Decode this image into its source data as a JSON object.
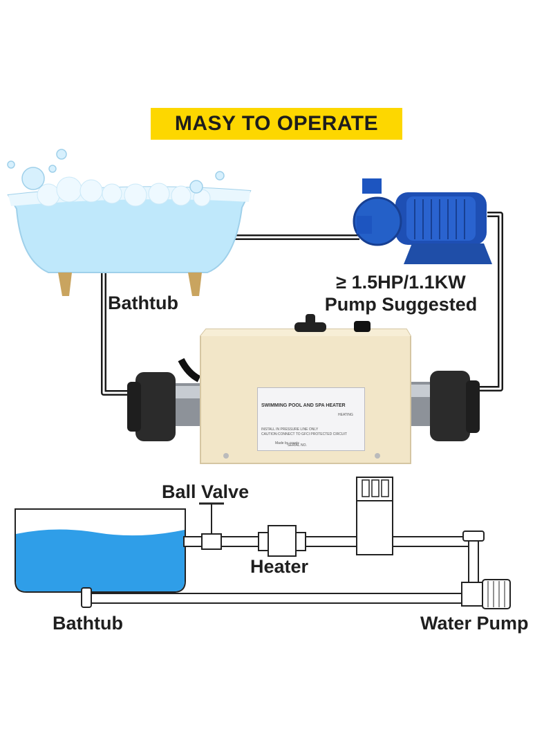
{
  "banner": {
    "text": "MASY TO OPERATE",
    "bg_color": "#fdd700"
  },
  "labels": {
    "bathtub_top": "Bathtub",
    "pump_spec_line1": "≥ 1.5HP/1.1KW",
    "pump_spec_line2": "Pump Suggested",
    "ball_valve": "Ball Valve",
    "heater": "Heater",
    "bathtub_bottom": "Bathtub",
    "water_pump": "Water Pump"
  },
  "heater_plate": {
    "title": "SWIMMING POOL AND SPA HEATER",
    "heating": "HEATING",
    "install_note": "INSTALL IN PRESSURE LINE ONLY",
    "caution": "CAUTION:CONNECT TO GFCI PROTECTED CIRCUIT",
    "made_by": "Made by coaxis",
    "serial": "SERIAL NO."
  },
  "colors": {
    "water": "#2f9ee8",
    "tub": "#bfe8fb",
    "pump_blue": "#1e4fb4",
    "heater_body": "#f2e6c8",
    "pipe": "#1a1a1a"
  }
}
